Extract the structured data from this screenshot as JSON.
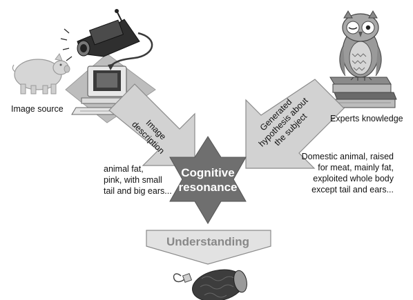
{
  "labels": {
    "image_source": "Image source",
    "experts_knowledge": "Experts knowledge",
    "image_description_arrow": [
      "Image",
      "description"
    ],
    "hypothesis_arrow": [
      "Generated",
      "hypothesis about",
      "the subject"
    ],
    "center": [
      "Cognitive",
      "resonance"
    ],
    "understanding": "Understanding"
  },
  "descriptions": {
    "left": [
      "animal fat,",
      "pink, with small",
      "tail and big ears..."
    ],
    "right": [
      "Domestic animal, raised",
      "for meat, mainly fat,",
      "exploited whole body",
      "except tail and ears..."
    ]
  },
  "colors": {
    "arrow_fill": "#d2d2d2",
    "arrow_stroke": "#8a8a8a",
    "star_fill": "#6f6f6f",
    "star_text": "#ffffff",
    "understanding_text": "#888888"
  }
}
